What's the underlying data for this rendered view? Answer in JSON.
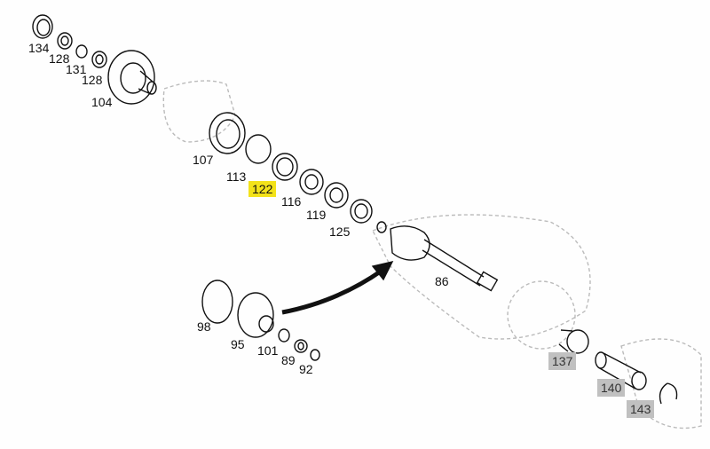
{
  "diagram": {
    "callouts": [
      {
        "id": "134",
        "label": "134"
      },
      {
        "id": "128a",
        "label": "128"
      },
      {
        "id": "131",
        "label": "131"
      },
      {
        "id": "128b",
        "label": "128"
      },
      {
        "id": "104",
        "label": "104"
      },
      {
        "id": "107",
        "label": "107"
      },
      {
        "id": "113",
        "label": "113"
      },
      {
        "id": "122",
        "label": "122",
        "highlight": "yellow"
      },
      {
        "id": "116",
        "label": "116"
      },
      {
        "id": "119",
        "label": "119"
      },
      {
        "id": "125",
        "label": "125"
      },
      {
        "id": "86",
        "label": "86"
      },
      {
        "id": "98",
        "label": "98"
      },
      {
        "id": "95",
        "label": "95"
      },
      {
        "id": "101",
        "label": "101"
      },
      {
        "id": "89",
        "label": "89"
      },
      {
        "id": "92",
        "label": "92"
      },
      {
        "id": "137",
        "label": "137",
        "highlight": "gray"
      },
      {
        "id": "140",
        "label": "140",
        "highlight": "gray"
      },
      {
        "id": "143",
        "label": "143",
        "highlight": "gray"
      }
    ],
    "colors": {
      "highlight_selected": "#f3e21a",
      "highlight_gray": "#c0c0c0",
      "line": "#111111",
      "ghost": "#bbbbbb"
    }
  }
}
